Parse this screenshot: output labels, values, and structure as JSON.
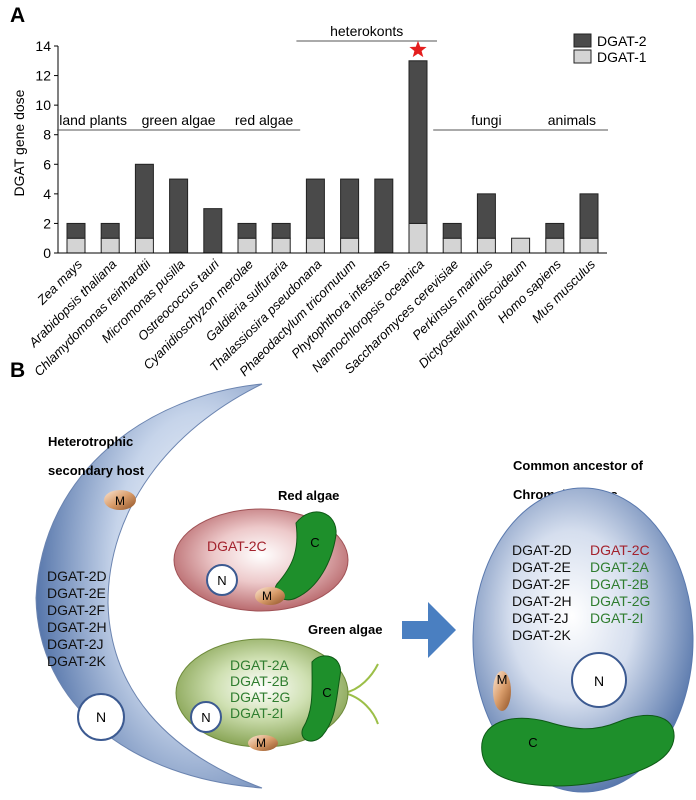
{
  "panel_a": {
    "label": "A",
    "chart_data": {
      "type": "bar",
      "stacked": true,
      "ylabel": "DGAT gene dose",
      "ylim": [
        0,
        14
      ],
      "yticks": [
        "0",
        "2",
        "4",
        "6",
        "8",
        "10",
        "12",
        "14"
      ],
      "grid": false,
      "legend_position": "top-right",
      "categories": [
        "Zea mays",
        "Arabidopsis thaliana",
        "Chlamydomonas reinhardtii",
        "Micromonas pusilla",
        "Ostreococcus tauri",
        "Cyanidioschyzon merolae",
        "Galdieria sulfuraria",
        "Thalassiosira pseudonana",
        "Phaeodactylum tricornutum",
        "Phytophthora infestans",
        "Nannochloropsis oceanica",
        "Saccharomyces cerevisiae",
        "Perkinsus marinus",
        "Dictyostelium discoideum",
        "Homo sapiens",
        "Mus musculus"
      ],
      "series": [
        {
          "name": "DGAT-1",
          "color": "#d4d4d4",
          "values": [
            1,
            1,
            1,
            0,
            0,
            1,
            1,
            1,
            1,
            0,
            2,
            1,
            1,
            1,
            1,
            1
          ]
        },
        {
          "name": "DGAT-2",
          "color": "#4a4a4a",
          "values": [
            1,
            1,
            5,
            5,
            3,
            1,
            1,
            4,
            4,
            5,
            11,
            1,
            3,
            0,
            1,
            3
          ]
        }
      ],
      "groups": [
        {
          "label": "land plants",
          "from": 0,
          "to": 1
        },
        {
          "label": "green algae",
          "from": 2,
          "to": 4
        },
        {
          "label": "red algae",
          "from": 5,
          "to": 6
        },
        {
          "label": "heterokonts",
          "from": 7,
          "to": 10
        },
        {
          "label": "fungi",
          "from": 11,
          "to": 13
        },
        {
          "label": "animals",
          "from": 14,
          "to": 15
        }
      ],
      "highlight": {
        "category": "Nannochloropsis oceanica",
        "marker": "star",
        "color": "#e41e1e"
      }
    }
  },
  "panel_b": {
    "label": "B",
    "host": {
      "title_lines": [
        "Heterotrophic",
        "secondary host"
      ],
      "genes": [
        "DGAT-2D",
        "DGAT-2E",
        "DGAT-2F",
        "DGAT-2H",
        "DGAT-2J",
        "DGAT-2K"
      ],
      "nucleus": "N",
      "mitochondrion": "M"
    },
    "red_algae": {
      "title": "Red algae",
      "genes": [
        "DGAT-2C"
      ],
      "gene_color": "#a3222d",
      "nucleus": "N",
      "mitochondrion": "M",
      "chloroplast": "C",
      "color": "#c97d80"
    },
    "green_algae": {
      "title": "Green algae",
      "genes": [
        "DGAT-2A",
        "DGAT-2B",
        "DGAT-2G",
        "DGAT-2I"
      ],
      "gene_color": "#2f7d2f",
      "nucleus": "N",
      "mitochondrion": "M",
      "chloroplast": "C",
      "color": "#a9c47d"
    },
    "ancestor": {
      "title_lines": [
        "Common ancestor of",
        "Chromalveolates"
      ],
      "host_genes": [
        "DGAT-2D",
        "DGAT-2E",
        "DGAT-2F",
        "DGAT-2H",
        "DGAT-2J",
        "DGAT-2K"
      ],
      "red_genes": [
        "DGAT-2C"
      ],
      "green_genes": [
        "DGAT-2A",
        "DGAT-2B",
        "DGAT-2G",
        "DGAT-2I"
      ],
      "red_color": "#a3222d",
      "green_color": "#2f7d2f",
      "nucleus": "N",
      "mitochondrion": "M",
      "chloroplast": "C"
    },
    "arrow_color": "#4a7fc1"
  }
}
